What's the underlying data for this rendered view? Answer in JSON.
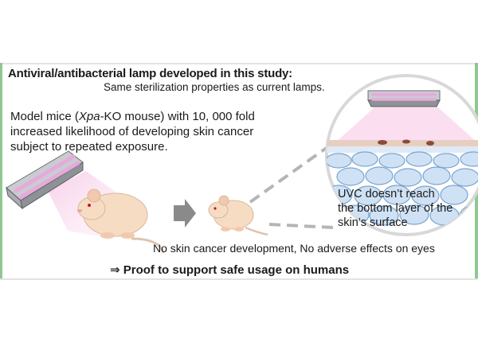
{
  "heading": "Antiviral/antibacterial lamp developed in this study:",
  "subheading": "Same sterilization properties as current lamps.",
  "model_text": {
    "line1_pre": "Model mice (",
    "line1_italic": "Xpa",
    "line1_post": "-KO mouse) with 10, 000 fold",
    "line2": "increased likelihood of developing skin cancer",
    "line3": "subject to repeated exposure."
  },
  "uvc_text": {
    "line1": "UVC doesn’t reach",
    "line2": "the bottom layer of the",
    "line3": "skin’s surface"
  },
  "result": "No skin cancer development, No adverse effects on eyes",
  "conclusion": "⇒ Proof to support safe usage on humans",
  "icons": {
    "lamp_left": "uv-lamp-icon",
    "lamp_right": "uv-lamp-icon",
    "mouse_big": "mouse-icon",
    "mouse_small": "mouse-icon",
    "arrow": "arrow-right-icon",
    "magnifier": "skin-cross-section-icon"
  },
  "colors": {
    "uv_light": "#f6c6e6",
    "lamp_tube": "#e7a9db",
    "mouse_body": "#f7dcc4",
    "frame_accent": "#8fc98f",
    "skin_cell": "#cfe1f4",
    "skin_edge": "#7aa4cf"
  }
}
